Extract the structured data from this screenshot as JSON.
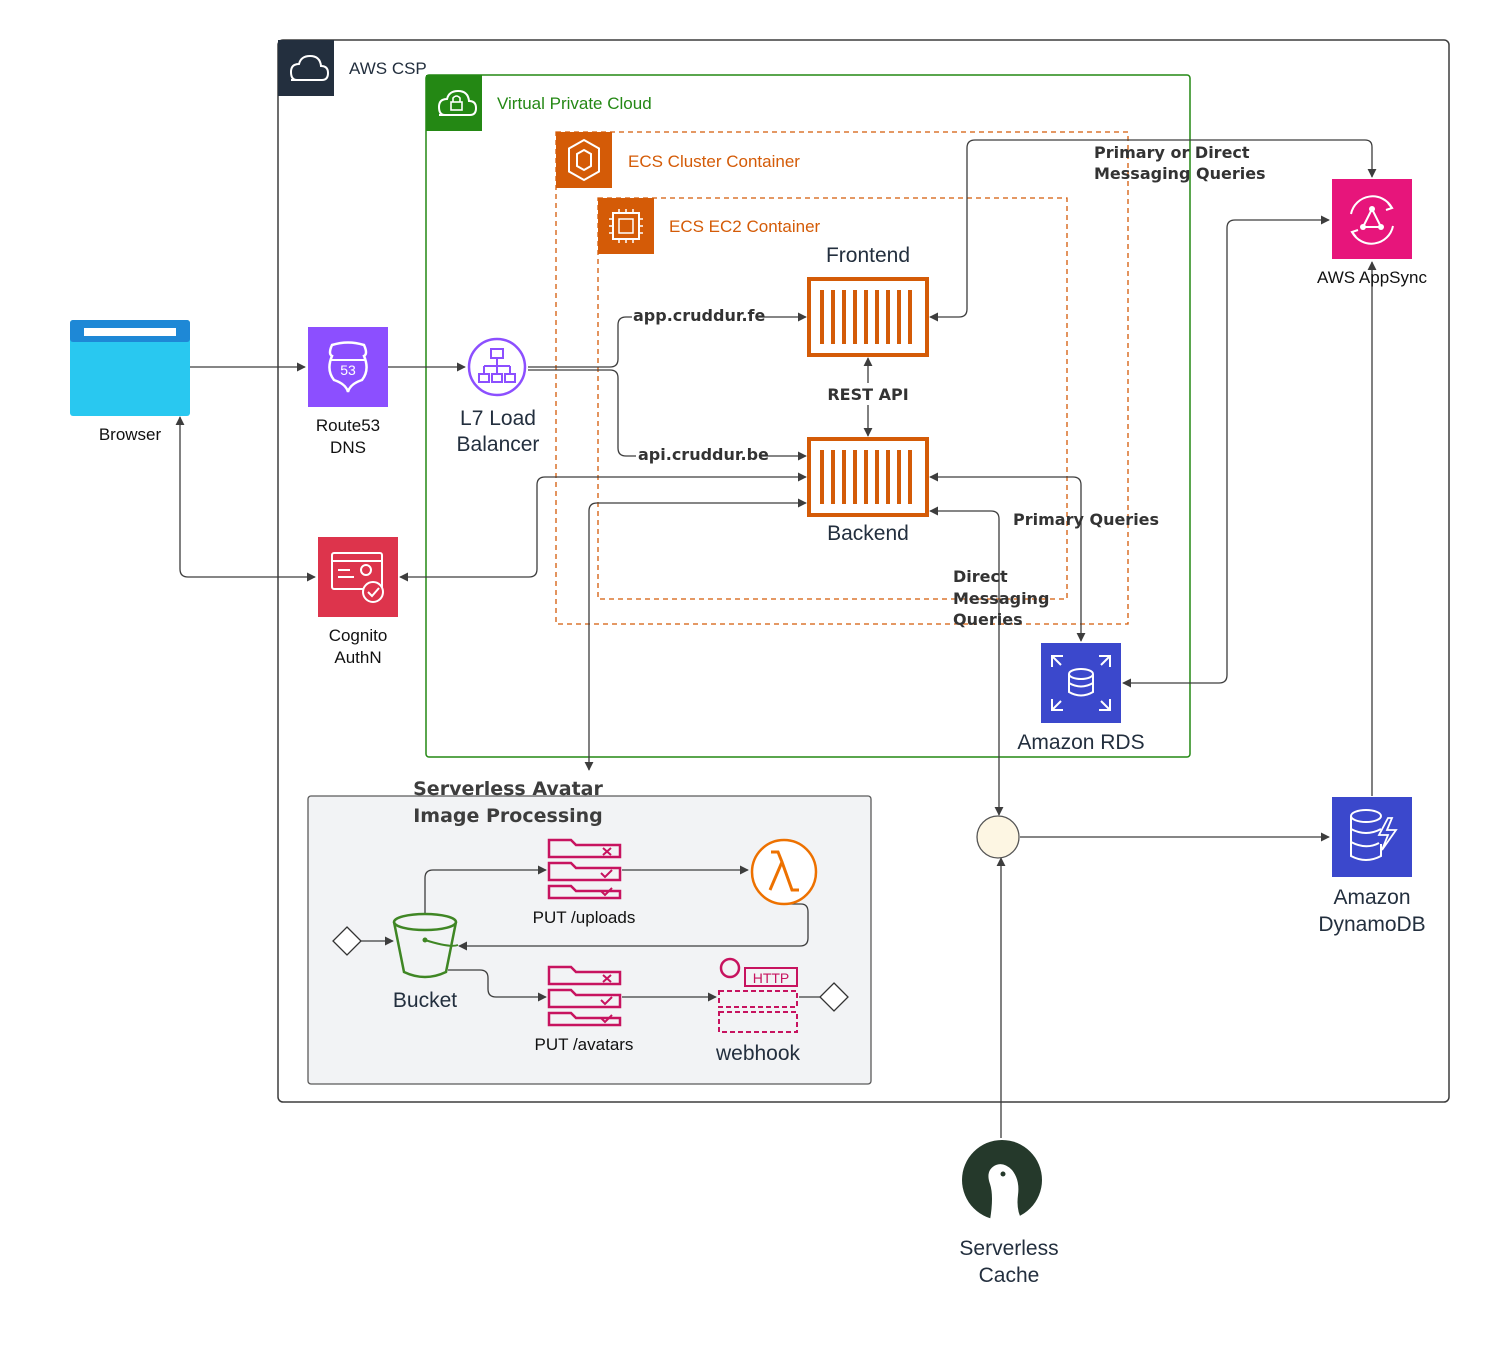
{
  "groups": {
    "aws": "AWS CSP",
    "vpc": "Virtual Private Cloud",
    "ecs_cluster": "ECS Cluster Container",
    "ecs_ec2": "ECS EC2 Container",
    "serverless_line1": "Serverless Avatar",
    "serverless_line2": "Image Processing"
  },
  "nodes": {
    "browser": "Browser",
    "route53_line1": "Route53",
    "route53_line2": "DNS",
    "r53_badge": "53",
    "lb_line1": "L7 Load",
    "lb_line2": "Balancer",
    "cognito_line1": "Cognito",
    "cognito_line2": "AuthN",
    "frontend": "Frontend",
    "backend": "Backend",
    "appsync": "AWS AppSync",
    "rds": "Amazon RDS",
    "dynamo_line1": "Amazon",
    "dynamo_line2": "DynamoDB",
    "cache_line1": "Serverless",
    "cache_line2": "Cache",
    "bucket": "Bucket",
    "put_uploads": "PUT /uploads",
    "put_avatars": "PUT /avatars",
    "webhook": "webhook",
    "http_badge": "HTTP"
  },
  "edge_labels": {
    "fe_route": "app.cruddur.fe",
    "be_route": "api.cruddur.be",
    "rest_api": "REST API",
    "primary_direct_line1": "Primary or Direct",
    "primary_direct_line2": "Messaging Queries",
    "primary": "Primary Queries",
    "direct_line1": "Direct",
    "direct_line2": "Messaging",
    "direct_line3": "Queries"
  },
  "colors": {
    "aws_border": "#232f3e",
    "vpc": "#248814",
    "ecs": "#d45b07",
    "route53": "#8c4fff",
    "cognito": "#dd344c",
    "appsync": "#e7157b",
    "database": "#3b48cc",
    "lambda": "#ed7100",
    "s3": "#3f8624",
    "api": "#c7135f",
    "browser": "#29c8f0",
    "edge": "#3d3d3d"
  }
}
